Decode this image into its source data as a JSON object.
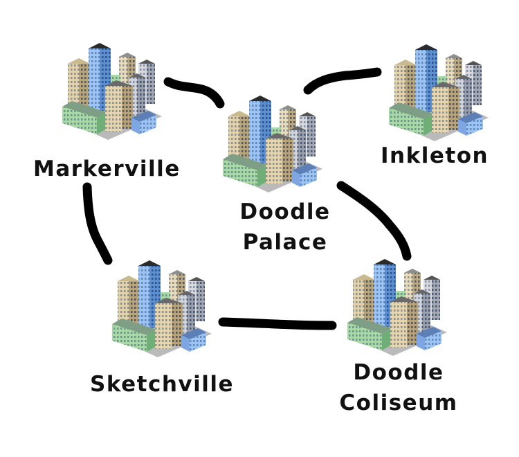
{
  "cities": [
    {
      "id": "markerville",
      "name": "Markerville"
    },
    {
      "id": "doodle-palace",
      "name_line1": "Doodle",
      "name_line2": "Palace"
    },
    {
      "id": "inkleton",
      "name": "Inkleton"
    },
    {
      "id": "sketchville",
      "name": "Sketchville"
    },
    {
      "id": "doodle-coliseum",
      "name_line1": "Doodle",
      "name_line2": "Coliseum"
    }
  ],
  "roads": [
    {
      "from": "Markerville",
      "to": "Doodle Palace"
    },
    {
      "from": "Doodle Palace",
      "to": "Inkleton"
    },
    {
      "from": "Markerville",
      "to": "Sketchville"
    },
    {
      "from": "Doodle Palace",
      "to": "Doodle Coliseum"
    },
    {
      "from": "Sketchville",
      "to": "Doodle Coliseum"
    }
  ],
  "colors": {
    "road": "#000000",
    "building_tan": "#e3d3ad",
    "building_blue": "#8cb8f0",
    "building_green": "#a9d9a6",
    "building_gray": "#c9ccd4",
    "window": "#3d5a86"
  },
  "icon": "city-buildings-icon"
}
